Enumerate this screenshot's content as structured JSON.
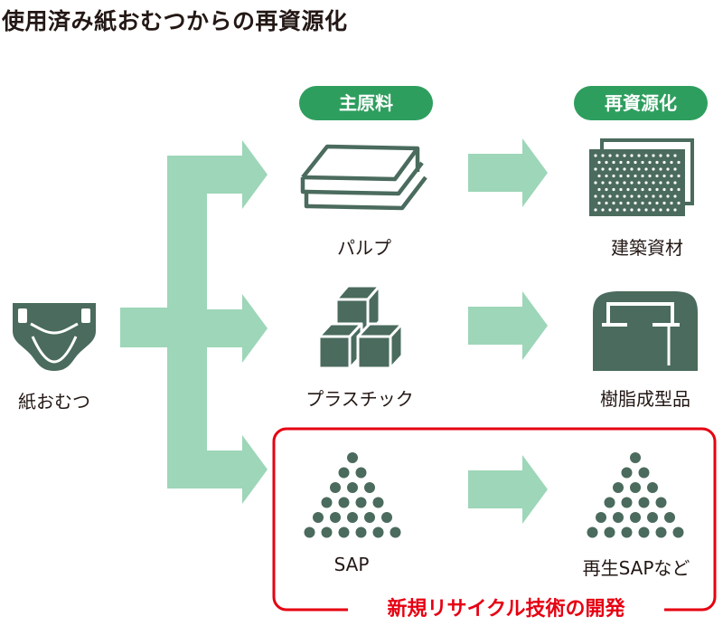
{
  "title": "使用済み紙おむつからの再資源化",
  "headers": {
    "main_material": "主原料",
    "recycled": "再資源化"
  },
  "source": {
    "label": "紙おむつ",
    "icon": "diaper-icon"
  },
  "rows": [
    {
      "material": "パルプ",
      "material_icon": "pulp-sheets-icon",
      "product": "建築資材",
      "product_icon": "building-material-board-icon"
    },
    {
      "material": "プラスチック",
      "material_icon": "plastic-blocks-icon",
      "product": "樹脂成型品",
      "product_icon": "resin-molded-product-icon"
    },
    {
      "material": "SAP",
      "material_icon": "sap-granules-icon",
      "product": "再生SAPなど",
      "product_icon": "recycled-sap-granules-icon"
    }
  ],
  "highlight": {
    "caption": "新規リサイクル技術の開発",
    "color": "#e60012"
  },
  "colors": {
    "arrow": "#9dd6b8",
    "icon": "#4a6b5d",
    "pill": "#2e9e5e"
  }
}
